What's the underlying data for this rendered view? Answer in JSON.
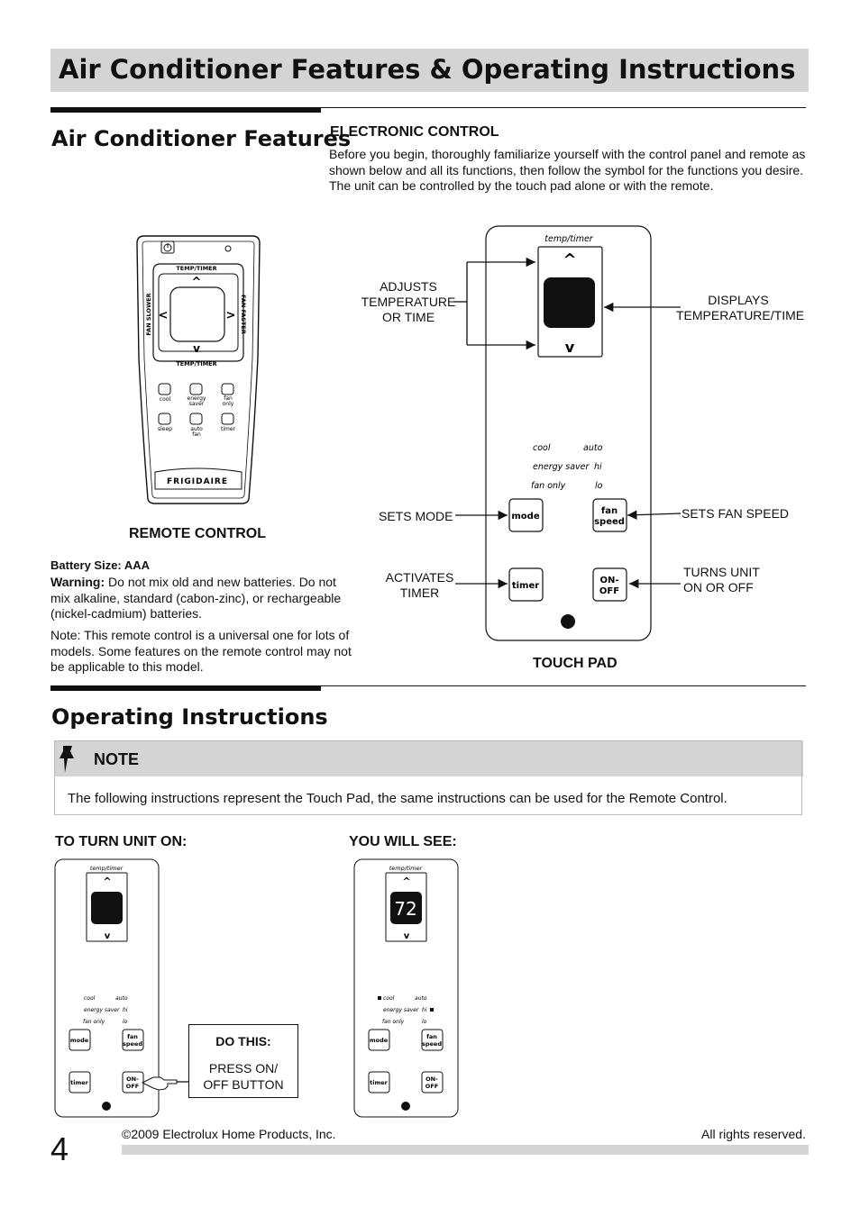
{
  "header": {
    "title": "Air Conditioner Features & Operating Instructions"
  },
  "features": {
    "heading": "Air Conditioner Features",
    "electronic_control_title": "ELECTRONIC CONTROL",
    "electronic_control_text": "Before you begin, thoroughly familiarize yourself with the control panel and remote as shown below and all its functions, then follow the symbol for the functions you desire. The unit can be controlled by the touch pad alone or with the remote."
  },
  "remote": {
    "temp_timer_top": "TEMP/TIMER",
    "temp_timer_bottom": "TEMP/TIMER",
    "fan_slower": "FAN SLOWER",
    "fan_faster": "FAN FASTER",
    "buttons": [
      "cool",
      "energy saver",
      "fan only",
      "sleep",
      "auto fan",
      "timer"
    ],
    "brand": "FRIGIDAIRE",
    "caption": "REMOTE CONTROL",
    "battery_label": "Battery Size",
    "battery_value": ": AAA",
    "warning_label": "Warning:",
    "warning_text": " Do not mix old and new batteries. Do not mix alkaline, standard (cabon-zinc), or rechargeable (nickel-cadmium) batteries.",
    "note_text": "Note: This remote control is a universal one for lots of models. Some features on the remote control may not be applicable to this model."
  },
  "touchpad": {
    "temp_timer": "temp/timer",
    "mode_labels": [
      "cool",
      "auto",
      "energy saver",
      "hi",
      "fan only",
      "lo"
    ],
    "mode_button": "mode",
    "fan_button": "fan speed",
    "timer_button": "timer",
    "onoff_button": "ON- OFF",
    "caption": "TOUCH PAD",
    "callouts": {
      "adjusts": "ADJUSTS TEMPERATURE OR TIME",
      "displays": "DISPLAYS TEMPERATURE/TIME",
      "sets_mode": "SETS MODE",
      "sets_fan": "SETS FAN SPEED",
      "activates_timer": "ACTIVATES TIMER",
      "turns_unit": "TURNS UNIT ON OR OFF"
    }
  },
  "operating": {
    "heading": "Operating Instructions",
    "note_title": "NOTE",
    "note_text": "The following instructions represent the Touch Pad, the same instructions can be used for the Remote Control.",
    "turn_on_title": "TO TURN UNIT ON:",
    "you_will_see_title": "YOU WILL SEE:",
    "do_this_title": "DO THIS:",
    "do_this_text": "PRESS ON/ OFF BUTTON",
    "display_value": "72"
  },
  "footer": {
    "page_number": "4",
    "copyright": "©2009 Electrolux Home Products, Inc.",
    "rights": "All rights reserved."
  }
}
